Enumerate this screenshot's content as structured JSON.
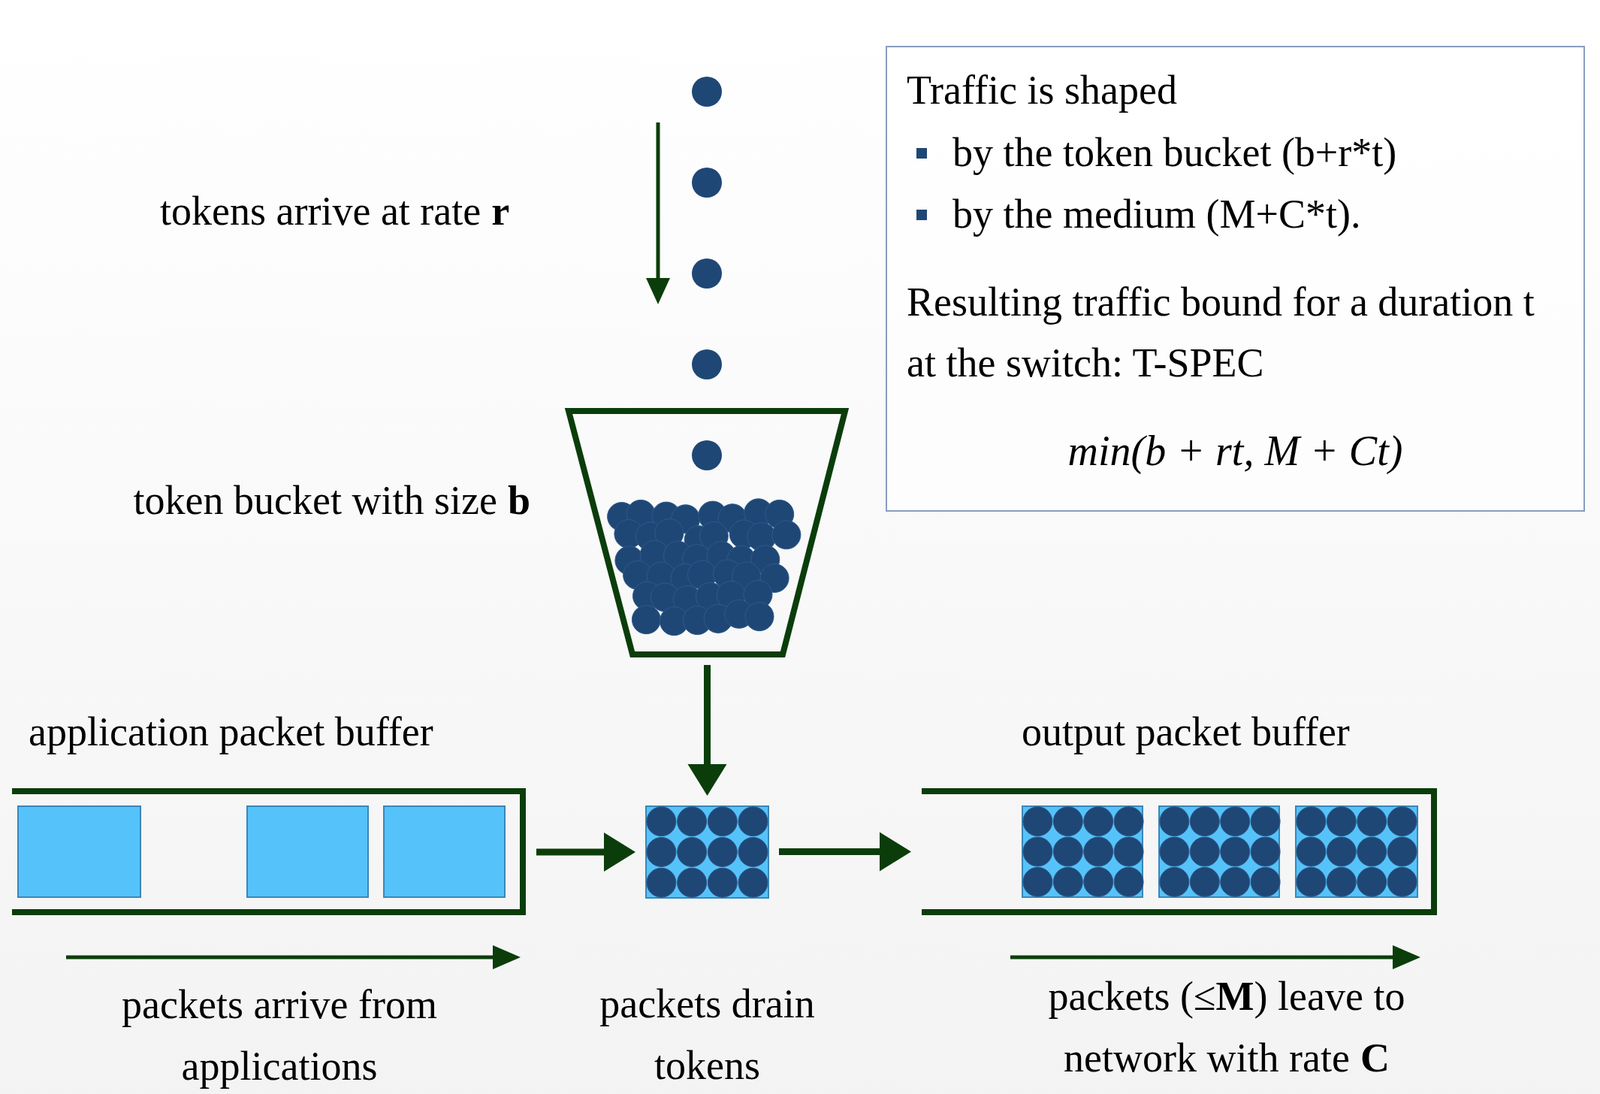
{
  "diagram": {
    "nodes": [
      {
        "text": [
          "Traffic is shaped",
          "by the token bucket (b+r*t)",
          "by the medium (M+C*t).",
          "Resulting traffic bound for a duration t at the switch: T-SPEC",
          "min(b + rt, M + Ct)"
        ]
      },
      {
        "text": [
          "token bucket with size",
          "b"
        ]
      },
      {
        "text": [
          "application packet buffer"
        ]
      },
      {
        "text": [
          "packets drain tokens"
        ]
      },
      {
        "text": [
          "output packet buffer"
        ]
      }
    ],
    "edges": [
      {
        "from": 1,
        "to": 3,
        "arrow": "to"
      },
      {
        "from": 2,
        "to": 3,
        "arrow": "to"
      },
      {
        "from": 3,
        "to": 4,
        "arrow": "to"
      }
    ],
    "labels": [
      "tokens arrive at rate",
      "r",
      "packets arrive from applications",
      "packets (≤",
      "M",
      ") leave to",
      "network with rate",
      "C"
    ]
  }
}
